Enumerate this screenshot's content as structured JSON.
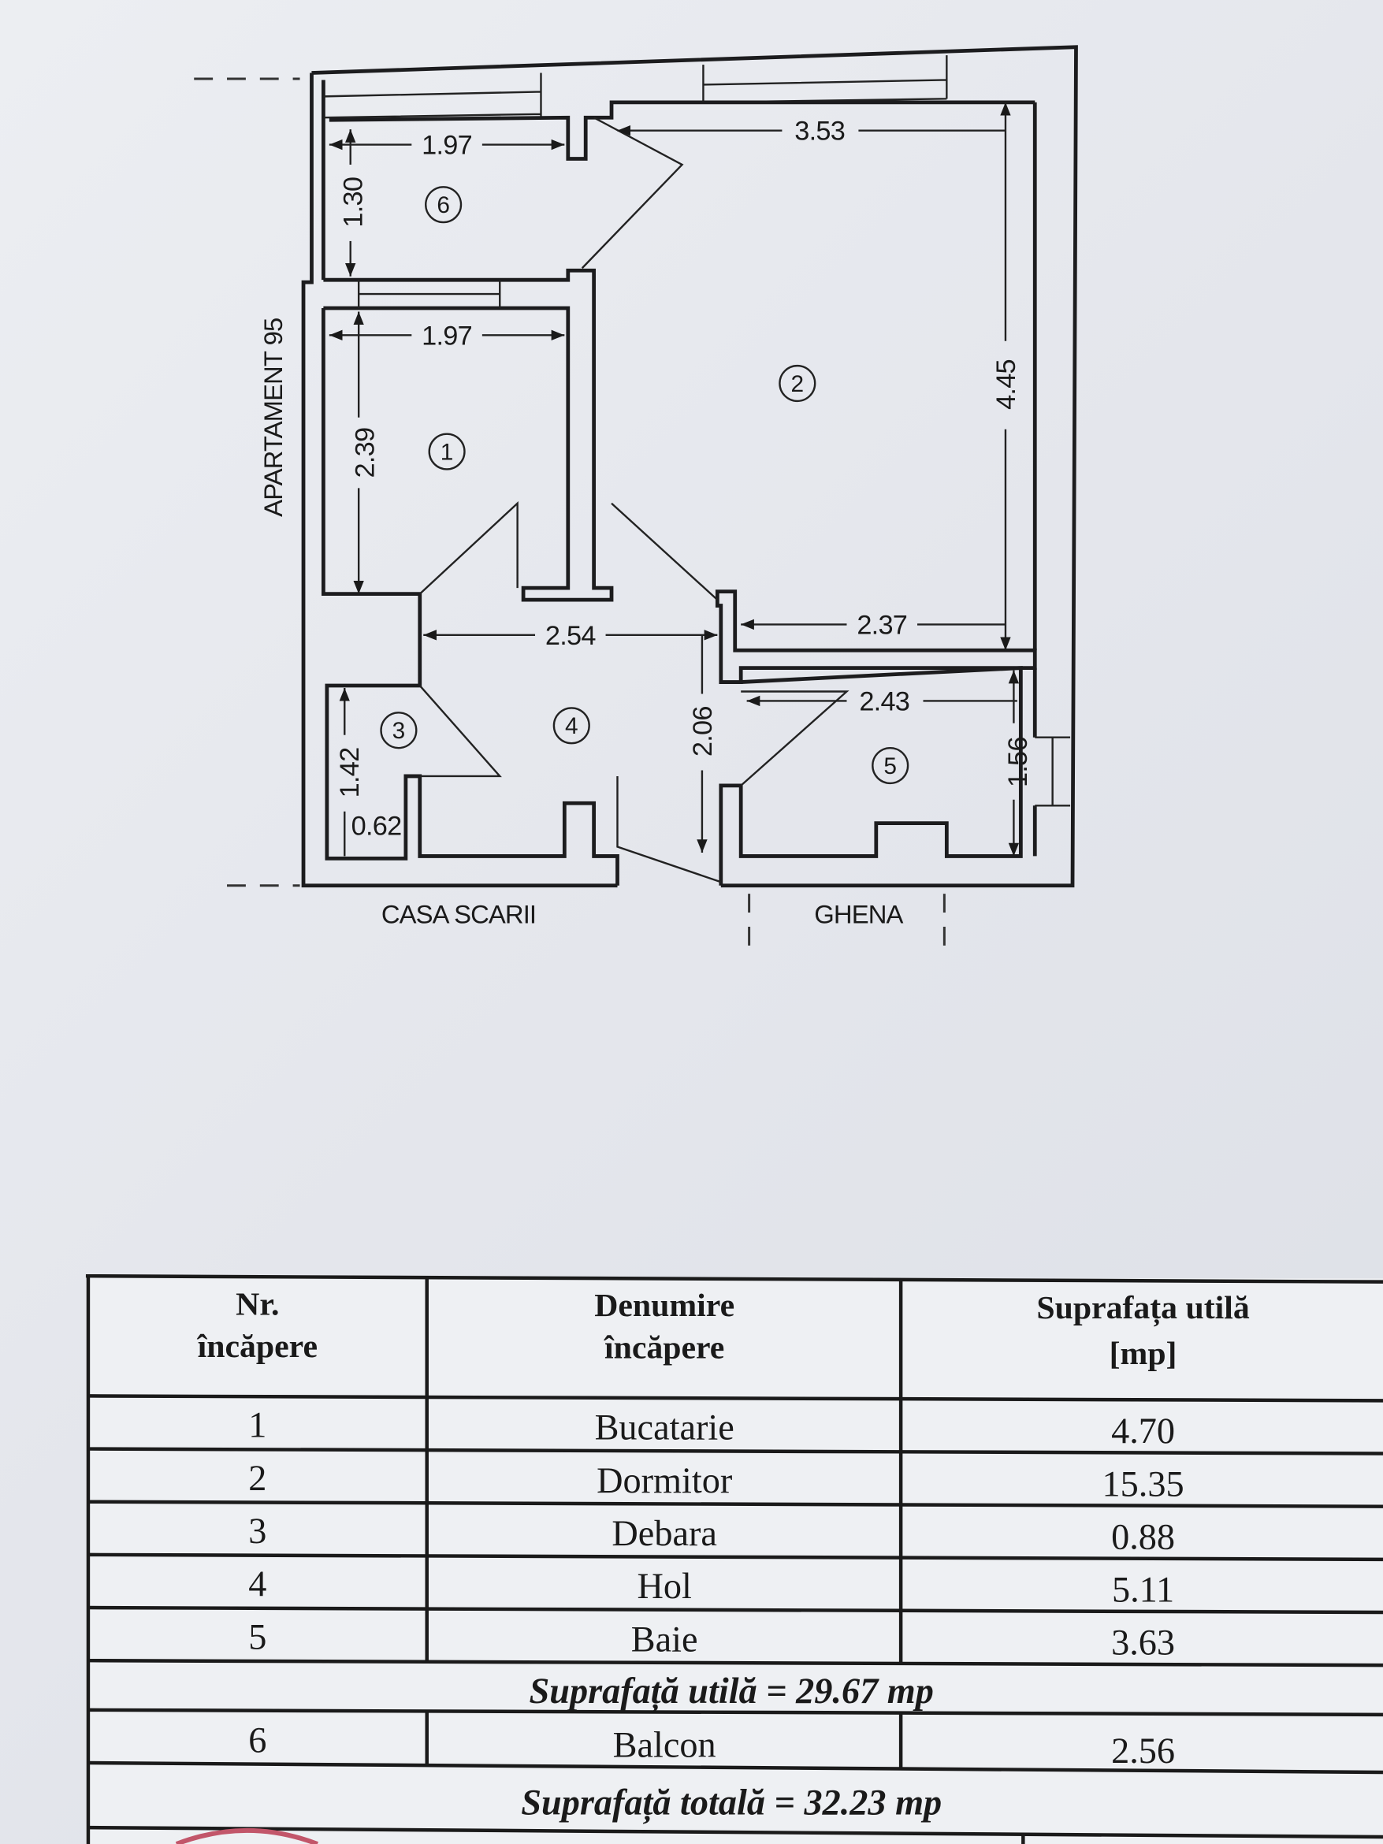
{
  "plan": {
    "labels": {
      "neighbor": "APARTAMENT 95",
      "stairwell": "CASA SCARII",
      "shaft": "GHENA"
    },
    "room_numbers": [
      "1",
      "2",
      "3",
      "4",
      "5",
      "6"
    ],
    "dimensions": {
      "balcony_width": "1.97",
      "balcony_depth": "1.30",
      "bedroom_width": "3.53",
      "bedroom_depth": "4.45",
      "bedroom_bottom": "2.37",
      "kitchen_width": "1.97",
      "kitchen_depth": "2.39",
      "hall_width": "2.54",
      "hall_depth": "2.06",
      "bath_width": "2.43",
      "bath_depth": "1.56",
      "storage_depth": "1.42",
      "storage_width": "0.62"
    }
  },
  "table": {
    "headers": {
      "nr_line1": "Nr.",
      "nr_line2": "încăpere",
      "name_line1": "Denumire",
      "name_line2": "încăpere",
      "area_line1": "Suprafața utilă",
      "area_line2": "[mp]"
    },
    "rows": [
      {
        "nr": "1",
        "name": "Bucatarie",
        "area": "4.70"
      },
      {
        "nr": "2",
        "name": "Dormitor",
        "area": "15.35"
      },
      {
        "nr": "3",
        "name": "Debara",
        "area": "0.88"
      },
      {
        "nr": "4",
        "name": "Hol",
        "area": "5.11"
      },
      {
        "nr": "5",
        "name": "Baie",
        "area": "3.63"
      }
    ],
    "useful_total": "Suprafață utilă = 29.67 mp",
    "balcony_row": {
      "nr": "6",
      "name": "Balcon",
      "area": "2.56"
    },
    "grand_total": "Suprafață totală = 32.23 mp"
  }
}
